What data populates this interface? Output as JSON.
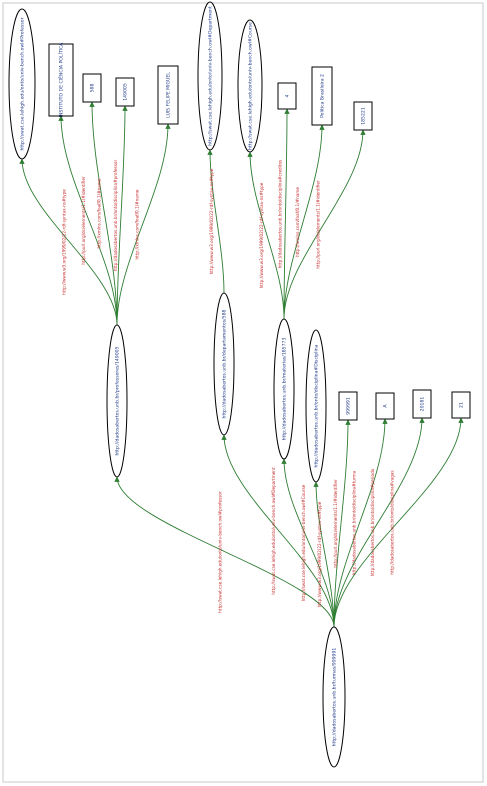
{
  "colors": {
    "edge": "#2e7d32",
    "edge_label": "#c62828",
    "node_text": "#1f3a8a",
    "node_stroke": "#000000"
  },
  "graph": {
    "nodes": [
      {
        "id": "professor_class",
        "shape": "ellipse",
        "label": "http://swat.cse.lehigh.edu/onto/univ-bench.owl#Professor"
      },
      {
        "id": "lit_instituto",
        "shape": "box",
        "label": "INSTITUTO DE CIÊNCIA POLÍTICA"
      },
      {
        "id": "lit_588",
        "shape": "box",
        "label": "588"
      },
      {
        "id": "lit_149005",
        "shape": "box",
        "label": "149005"
      },
      {
        "id": "lit_luis",
        "shape": "box",
        "label": "LUIS FELIPE MIGUEL"
      },
      {
        "id": "department_class",
        "shape": "ellipse",
        "label": "http://swat.cse.lehigh.edu/onto/univ-bench.owl#Department"
      },
      {
        "id": "course_class",
        "shape": "ellipse",
        "label": "http://swat.cse.lehigh.edu/onto/univ-bench.owl#Course"
      },
      {
        "id": "lit_4",
        "shape": "box",
        "label": "4"
      },
      {
        "id": "lit_politica",
        "shape": "box",
        "label": "Política Brasileira 2"
      },
      {
        "id": "lit_185221",
        "shape": "box",
        "label": "185221"
      },
      {
        "id": "professor_node",
        "shape": "ellipse",
        "label": "http://dadosabertos.unb.br/professores/149005"
      },
      {
        "id": "department_node",
        "shape": "ellipse",
        "label": "http://dadosabertos.unb.br/departamentos/588"
      },
      {
        "id": "course_node",
        "shape": "ellipse",
        "label": "http://dadosabertos.unb.br/materias/185773"
      },
      {
        "id": "disciplina_class",
        "shape": "ellipse",
        "label": "http://dadosabertos.unb.br/onto/disciplina#Disciplina"
      },
      {
        "id": "lit_999991",
        "shape": "box",
        "label": "999991"
      },
      {
        "id": "lit_a",
        "shape": "box",
        "label": "A"
      },
      {
        "id": "lit_20181",
        "shape": "box",
        "label": "20181"
      },
      {
        "id": "lit_21",
        "shape": "box",
        "label": "21"
      },
      {
        "id": "turma_node",
        "shape": "ellipse",
        "label": "http://dadosabertos.unb.br/turmas/999991"
      }
    ],
    "edges": [
      {
        "from": "professor_node",
        "to": "professor_class",
        "label": "http://www.w3.org/1999/02/22-rdf-syntax-ns#type"
      },
      {
        "from": "professor_node",
        "to": "lit_instituto",
        "label": "http://purl.org/dc/elements/1.1/#identifier"
      },
      {
        "from": "professor_node",
        "to": "lit_588",
        "label": "http://xmlns.com/foaf/0.1/#name"
      },
      {
        "from": "professor_node",
        "to": "lit_149005",
        "label": "http://dadosabertos.unb.br/onto/disciplina#professor"
      },
      {
        "from": "professor_node",
        "to": "lit_luis",
        "label": "http://xmlns.com/foaf/0.1/#name"
      },
      {
        "from": "department_node",
        "to": "department_class",
        "label": "http://www.w3.org/1999/02/22-rdf-syntax-ns#type"
      },
      {
        "from": "course_node",
        "to": "course_class",
        "label": "http://www.w3.org/1999/02/22-rdf-syntax-ns#type"
      },
      {
        "from": "course_node",
        "to": "lit_4",
        "label": "http://dadosabertos.unb.br/onto/disciplina#creditos"
      },
      {
        "from": "course_node",
        "to": "lit_politica",
        "label": "http://xmlns.com/foaf/0.1/#name"
      },
      {
        "from": "course_node",
        "to": "lit_185221",
        "label": "http://purl.org/dc/elements/1.1/#identifier"
      },
      {
        "from": "turma_node",
        "to": "professor_node",
        "label": "http://swat.cse.lehigh.edu/onto/univ-bench.owl#professor"
      },
      {
        "from": "turma_node",
        "to": "department_node",
        "label": "http://swat.cse.lehigh.edu/onto/univ-bench.owl#Department"
      },
      {
        "from": "turma_node",
        "to": "course_node",
        "label": "http://swat.cse.lehigh.edu/onto/univ-bench.owl#Course"
      },
      {
        "from": "turma_node",
        "to": "disciplina_class",
        "label": "http://www.w3.org/1999/02/22-rdf-syntax-ns#type"
      },
      {
        "from": "turma_node",
        "to": "lit_999991",
        "label": "http://purl.org/dc/elements/1.1/#identifier"
      },
      {
        "from": "turma_node",
        "to": "lit_a",
        "label": "http://dadosabertos.unb.br/onto/disciplina#turma"
      },
      {
        "from": "turma_node",
        "to": "lit_20181",
        "label": "http://dadosabertos.unb.br/onto/disciplina#periodo"
      },
      {
        "from": "turma_node",
        "to": "lit_21",
        "label": "http://dadosabertos.unb.br/onto/disciplina#vagas"
      }
    ]
  }
}
